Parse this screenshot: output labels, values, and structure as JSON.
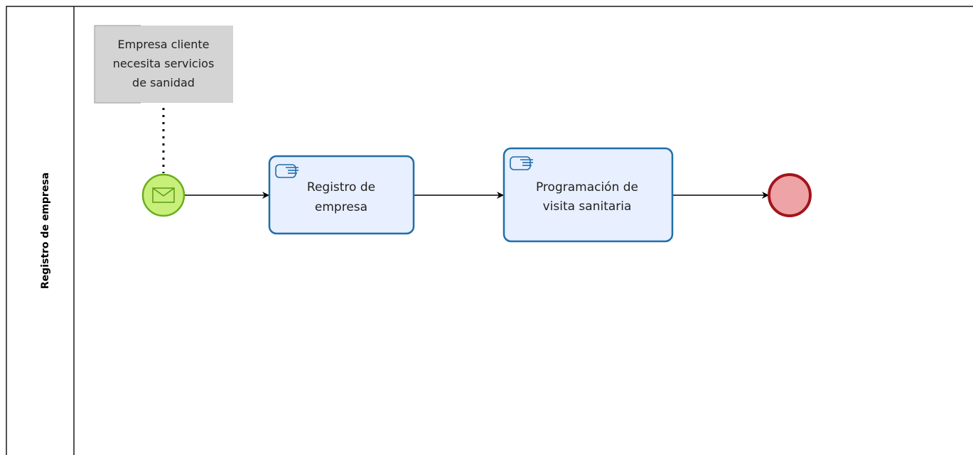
{
  "pool": {
    "lane_label": "Registro de empresa"
  },
  "annotation": {
    "lines": [
      "Empresa cliente",
      "necesita servicios",
      "de sanidad"
    ]
  },
  "start_event": {
    "icon": "envelope-icon"
  },
  "tasks": [
    {
      "lines": [
        "Registro de",
        "empresa"
      ],
      "icon": "user-task-icon"
    },
    {
      "lines": [
        "Programación de",
        "visita sanitaria"
      ],
      "icon": "user-task-icon"
    }
  ],
  "end_event": {
    "icon": "end-event-circle"
  },
  "colors": {
    "pool_border": "#1a1a1a",
    "annotation_fill": "#d4d4d4",
    "annotation_border": "#9a9a9a",
    "start_fill": "#c8ef7a",
    "start_stroke": "#6aae1a",
    "task_fill": "#e8efff",
    "task_stroke": "#1e6fa8",
    "end_fill": "#eea3a6",
    "end_stroke": "#a0151b",
    "flow": "#000000"
  }
}
